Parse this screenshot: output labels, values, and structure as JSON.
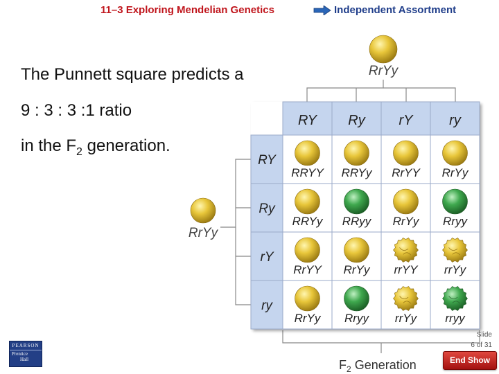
{
  "header": {
    "section": "11–3 Exploring Mendelian Genetics",
    "topic": "Independent Assortment"
  },
  "body": {
    "line1": "The Punnett square predicts a",
    "line2": "9 : 3 : 3 :1 ratio",
    "line3_pre": "in the F",
    "line3_sub": "2",
    "line3_post": " generation."
  },
  "figure": {
    "parent_top": "RrYy",
    "parent_left": "RrYy",
    "col_gametes": [
      "RY",
      "Ry",
      "rY",
      "ry"
    ],
    "row_gametes": [
      "RY",
      "Ry",
      "rY",
      "ry"
    ],
    "cells": [
      [
        {
          "g": "RRYY",
          "p": "round-yellow"
        },
        {
          "g": "RRYy",
          "p": "round-yellow"
        },
        {
          "g": "RrYY",
          "p": "round-yellow"
        },
        {
          "g": "RrYy",
          "p": "round-yellow"
        }
      ],
      [
        {
          "g": "RRYy",
          "p": "round-yellow"
        },
        {
          "g": "RRyy",
          "p": "round-green"
        },
        {
          "g": "RrYy",
          "p": "round-yellow"
        },
        {
          "g": "Rryy",
          "p": "round-green"
        }
      ],
      [
        {
          "g": "RrYY",
          "p": "round-yellow"
        },
        {
          "g": "RrYy",
          "p": "round-yellow"
        },
        {
          "g": "rrYY",
          "p": "wrinkled-yellow"
        },
        {
          "g": "rrYy",
          "p": "wrinkled-yellow"
        }
      ],
      [
        {
          "g": "RrYy",
          "p": "round-yellow"
        },
        {
          "g": "Rryy",
          "p": "round-green"
        },
        {
          "g": "rrYy",
          "p": "wrinkled-yellow"
        },
        {
          "g": "rryy",
          "p": "wrinkled-green"
        }
      ]
    ],
    "caption_pre": "F",
    "caption_sub": "2",
    "caption_post": " Generation",
    "colors": {
      "header_fill": "#c5d5ee",
      "cell_fill": "#ffffff",
      "grid": "#9aaac8",
      "label": "#222222"
    }
  },
  "footer": {
    "logo_top": "PEARSON",
    "logo_line1": "Prentice",
    "logo_line2": "Hall",
    "slide_line1": "Slide",
    "slide_line2": "6 of 31",
    "end_show": "End Show"
  }
}
